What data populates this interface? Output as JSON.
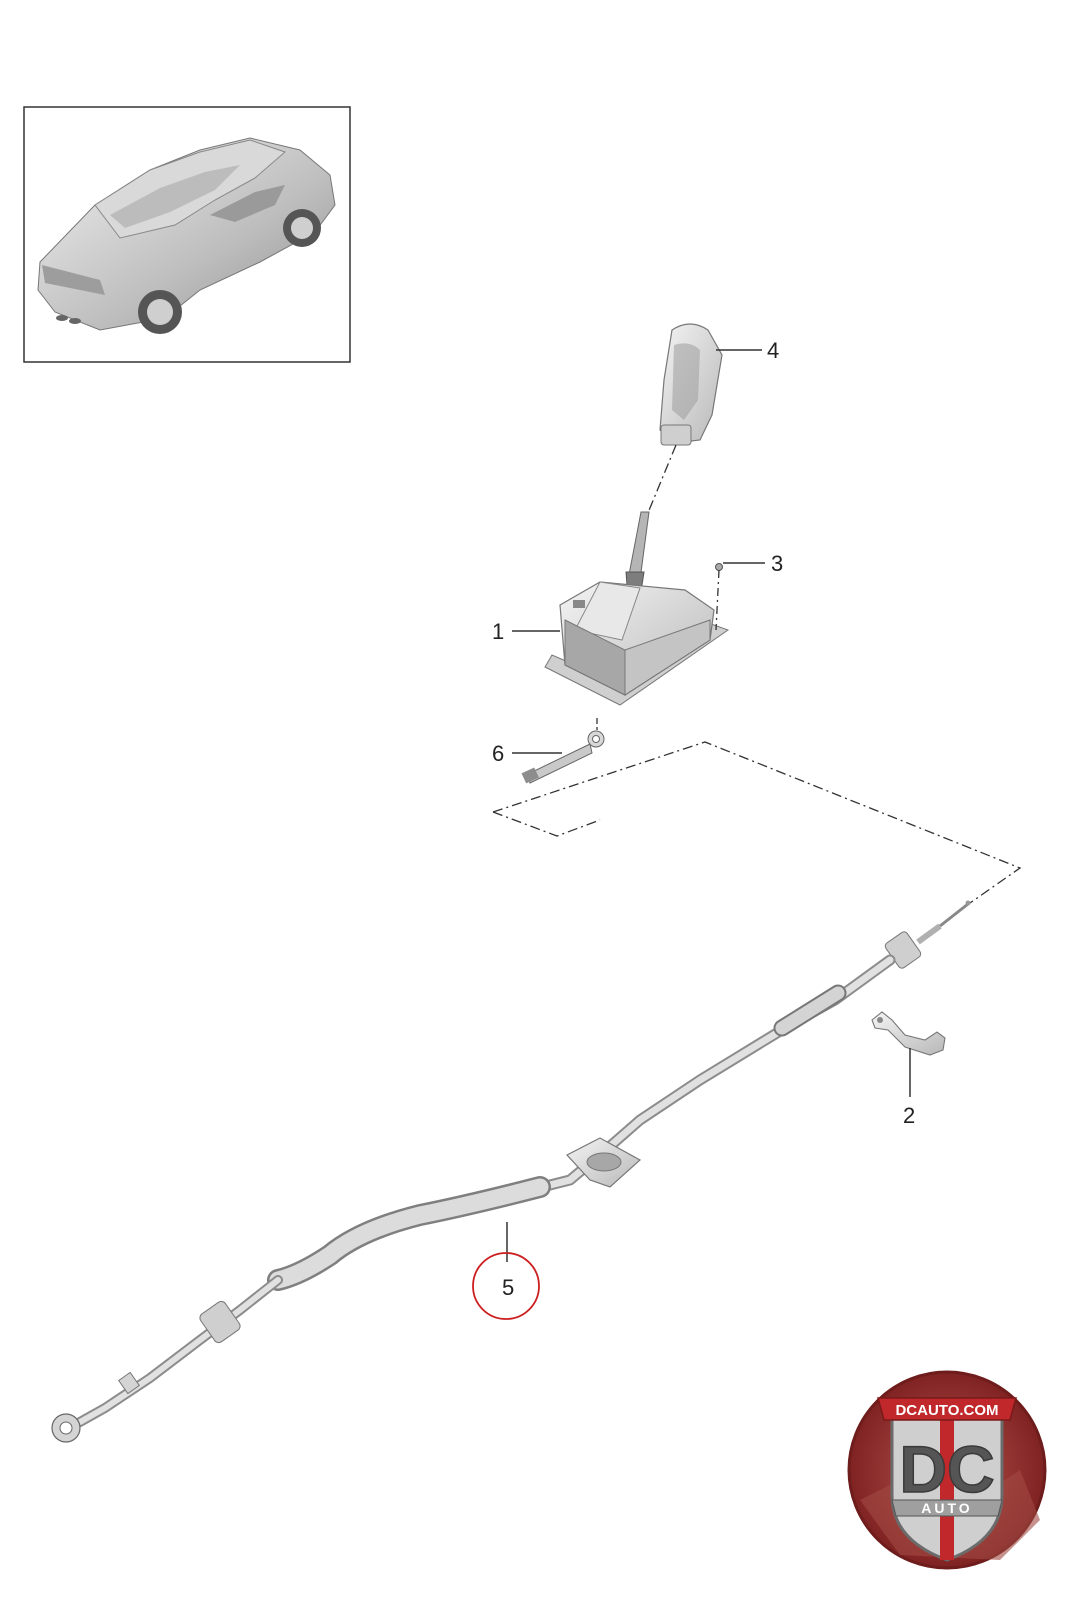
{
  "diagram": {
    "callouts": [
      {
        "id": "1",
        "label": "1"
      },
      {
        "id": "2",
        "label": "2"
      },
      {
        "id": "3",
        "label": "3"
      },
      {
        "id": "4",
        "label": "4"
      },
      {
        "id": "5",
        "label": "5"
      },
      {
        "id": "6",
        "label": "6"
      }
    ],
    "highlighted_callout": "5",
    "highlight_color": "#cc1f1f",
    "line_color": "#333333",
    "part_fill": "#e3e3e3",
    "part_stroke": "#8a8a8a"
  },
  "logo": {
    "top_text": "DCAUTO.COM",
    "big_text": "DC",
    "bottom_text": "AUTO",
    "colors": {
      "outer": "#9c2b2b",
      "shield": "#c9c9c9",
      "stripe": "#c0282b"
    }
  },
  "thumbnail": {
    "icon": "car-thumbnail-icon"
  }
}
